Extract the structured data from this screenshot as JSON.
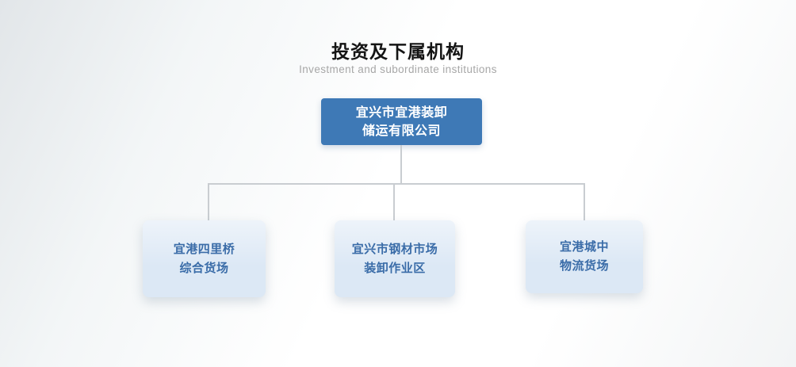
{
  "header": {
    "title": "投资及下属机构",
    "subtitle": "Investment and subordinate institutions"
  },
  "chart": {
    "type": "org-chart",
    "root": {
      "id": "root",
      "lines": [
        "宜兴市宜港装卸",
        "储运有限公司"
      ]
    },
    "children": [
      {
        "id": "child-1",
        "lines": [
          "宜港四里桥",
          "综合货场"
        ]
      },
      {
        "id": "child-2",
        "lines": [
          "宜兴市钢材市场",
          "装卸作业区"
        ]
      },
      {
        "id": "child-3",
        "lines": [
          "宜港城中",
          "物流货场"
        ]
      }
    ]
  },
  "colors": {
    "root_box_bg": "#3e79b6",
    "root_box_text": "#ffffff",
    "child_box_bg": "#dce8f5",
    "child_box_text": "#3a6ca8",
    "connector": "#c9cdd1"
  }
}
